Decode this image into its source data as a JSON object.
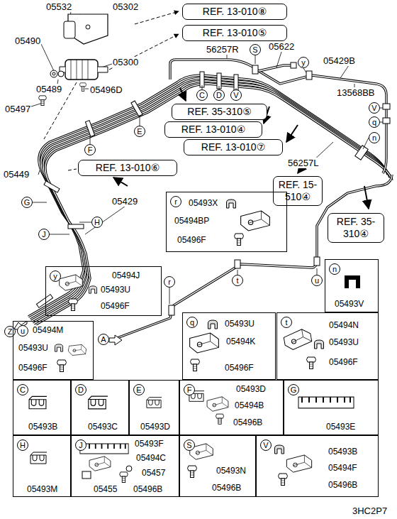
{
  "diagram": {
    "nodes": [
      {
        "text": [
          "REF. 13-010⑧"
        ]
      },
      {
        "text": [
          "REF. 13-010⑤"
        ]
      },
      {
        "text": [
          "REF. 35-310⑤"
        ]
      },
      {
        "text": [
          "REF. 13-010④"
        ]
      },
      {
        "text": [
          "REF. 13-010⑦"
        ]
      },
      {
        "text": [
          "REF. 13-010⑥"
        ]
      },
      {
        "text": [
          "REF. 15-510④"
        ]
      },
      {
        "text": [
          "REF. 35-310④"
        ]
      },
      {
        "text": [
          "S"
        ]
      },
      {
        "text": [
          "C"
        ]
      },
      {
        "text": [
          "D"
        ]
      },
      {
        "text": [
          "V"
        ]
      },
      {
        "text": [
          "y"
        ]
      },
      {
        "text": [
          "V"
        ]
      },
      {
        "text": [
          "q"
        ]
      },
      {
        "text": [
          "n"
        ]
      },
      {
        "text": [
          "E"
        ]
      },
      {
        "text": [
          "F"
        ]
      },
      {
        "text": [
          "G"
        ]
      },
      {
        "text": [
          "H"
        ]
      },
      {
        "text": [
          "J"
        ]
      },
      {
        "text": [
          "Z"
        ]
      },
      {
        "text": [
          "A"
        ]
      },
      {
        "text": [
          "r"
        ]
      },
      {
        "text": [
          "t"
        ]
      },
      {
        "text": [
          "u"
        ]
      },
      {
        "text": [
          "05493X",
          "05494BP",
          "05496F"
        ]
      },
      {
        "text": [
          "r"
        ],
        "in": 26
      },
      {
        "text": [
          "05494J",
          "05493U",
          "05496F"
        ]
      },
      {
        "text": [
          "y"
        ],
        "in": 28
      },
      {
        "text": [
          "05493V"
        ]
      },
      {
        "text": [
          "n"
        ],
        "in": 30
      },
      {
        "text": [
          "05494M",
          "05493U",
          "05496F"
        ]
      },
      {
        "text": [
          "u"
        ],
        "in": 32
      },
      {
        "text": [
          "05493U",
          "05494K",
          "05496F"
        ]
      },
      {
        "text": [
          "q"
        ],
        "in": 34
      },
      {
        "text": [
          "05494N",
          "05493U",
          "05496F"
        ]
      },
      {
        "text": [
          "t"
        ],
        "in": 36
      },
      {
        "text": [
          "05493B"
        ]
      },
      {
        "text": [
          "C"
        ],
        "in": 38
      },
      {
        "text": [
          "05493C"
        ]
      },
      {
        "text": [
          "D"
        ],
        "in": 40
      },
      {
        "text": [
          "05493D"
        ]
      },
      {
        "text": [
          "E"
        ],
        "in": 42
      },
      {
        "text": [
          "05493D",
          "05494B",
          "05496B"
        ]
      },
      {
        "text": [
          "F"
        ],
        "in": 44
      },
      {
        "text": [
          "05493E"
        ]
      },
      {
        "text": [
          "G"
        ],
        "in": 46
      },
      {
        "text": [
          "05493M"
        ]
      },
      {
        "text": [
          "H"
        ],
        "in": 48
      },
      {
        "text": [
          "05493F",
          "05494C",
          "05457",
          "05455",
          "05496B"
        ]
      },
      {
        "text": [
          "J"
        ],
        "in": 50
      },
      {
        "text": [
          "05493N",
          "05496B"
        ]
      },
      {
        "text": [
          "S"
        ],
        "in": 52
      },
      {
        "text": [
          "05493B",
          "05494F",
          "05496B"
        ]
      },
      {
        "text": [
          "V"
        ],
        "in": 54
      }
    ],
    "labels": [
      "05532",
      "05302",
      "05490",
      "05300",
      "05489",
      "05496D",
      "05497",
      "56257R",
      "05622",
      "05429B",
      "13568BB",
      "56257L",
      "05449",
      "05429",
      "3HC2P7"
    ]
  }
}
